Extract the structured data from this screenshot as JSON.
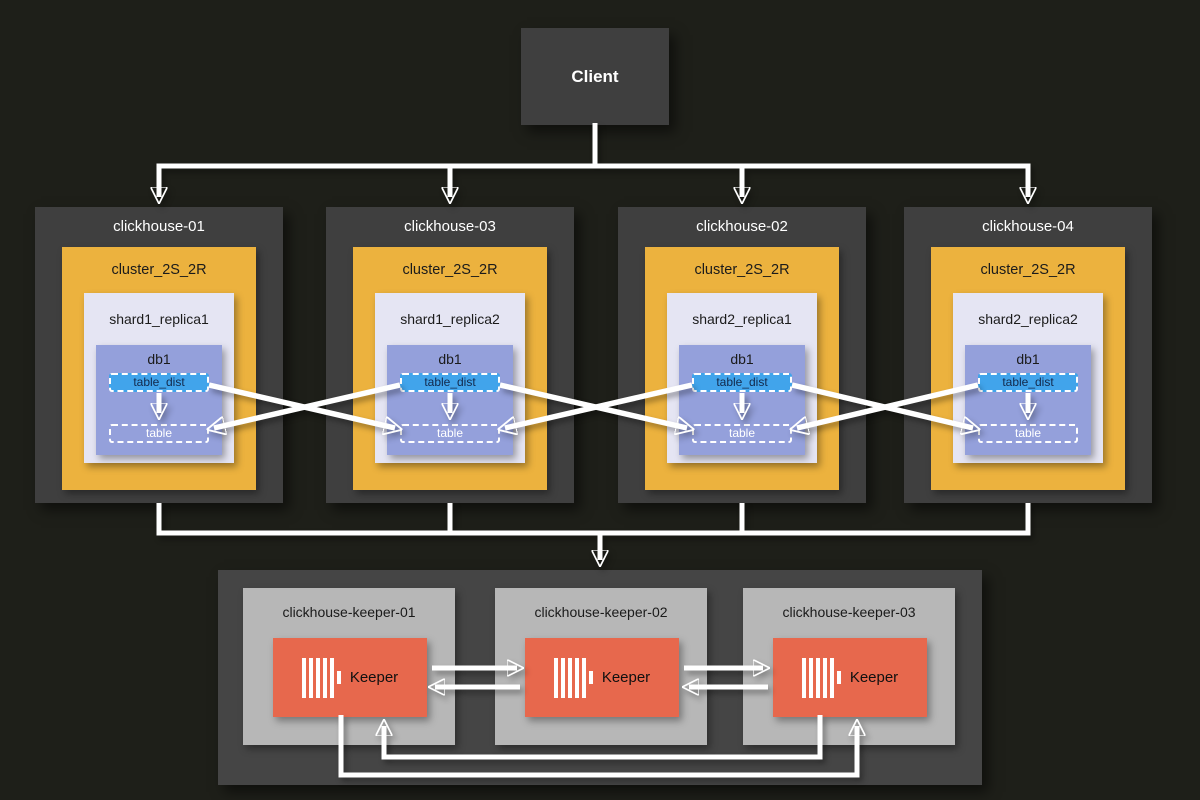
{
  "colors": {
    "bg": "#1e1f19",
    "node-gray": "#3f3f3f",
    "gold": "#ecb23e",
    "lavender": "#e5e5f3",
    "periwinkle": "#94a0db",
    "blue": "#41a4eb",
    "keeper-wrap": "#454545",
    "keeper-gray": "#b7b7b7",
    "orange": "#e7684d",
    "arrow": "#ffffff"
  },
  "client": {
    "label": "Client"
  },
  "nodes": [
    {
      "title": "clickhouse-01",
      "cluster": "cluster_2S_2R",
      "replica": "shard1_replica1",
      "db": "db1",
      "table_dist": "table_dist",
      "table": "table"
    },
    {
      "title": "clickhouse-03",
      "cluster": "cluster_2S_2R",
      "replica": "shard1_replica2",
      "db": "db1",
      "table_dist": "table_dist",
      "table": "table"
    },
    {
      "title": "clickhouse-02",
      "cluster": "cluster_2S_2R",
      "replica": "shard2_replica1",
      "db": "db1",
      "table_dist": "table_dist",
      "table": "table"
    },
    {
      "title": "clickhouse-04",
      "cluster": "cluster_2S_2R",
      "replica": "shard2_replica2",
      "db": "db1",
      "table_dist": "table_dist",
      "table": "table"
    }
  ],
  "keepers": [
    {
      "title": "clickhouse-keeper-01",
      "label": "Keeper"
    },
    {
      "title": "clickhouse-keeper-02",
      "label": "Keeper"
    },
    {
      "title": "clickhouse-keeper-03",
      "label": "Keeper"
    }
  ]
}
